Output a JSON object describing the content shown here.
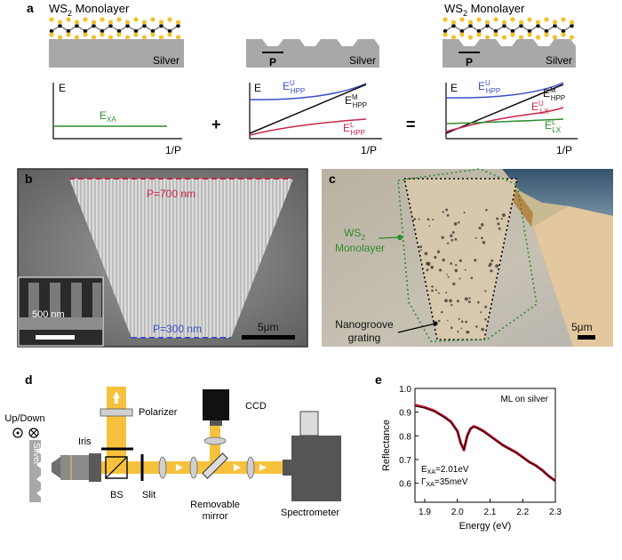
{
  "panel_labels": {
    "a": "a",
    "b": "b",
    "c": "c",
    "d": "d",
    "e": "e"
  },
  "panel_a": {
    "ws2_title": "WS",
    "ws2_sub": "2",
    "ws2_suffix": " Monolayer",
    "silver": "Silver",
    "period": "P",
    "axis_e": "E",
    "axis_x": "1/P",
    "plus": "+",
    "equals": "=",
    "plot1": {
      "label_main": "E",
      "label_sub": "XA"
    },
    "plot2": {
      "upper": {
        "main": "E",
        "sup": "U",
        "sub": "HPP"
      },
      "middle": {
        "main": "E",
        "sup": "M",
        "sub": "HPP"
      },
      "lower": {
        "main": "E",
        "sup": "L",
        "sub": "HPP"
      }
    },
    "plot3": {
      "upper": {
        "main": "E",
        "sup": "U",
        "sub": "HPP"
      },
      "middle": {
        "main": "E",
        "sup": "M",
        "sub": "HPP"
      },
      "lx_upper": {
        "main": "E",
        "sup": "U",
        "sub": "LX"
      },
      "lx_lower": {
        "main": "E",
        "sup": "L",
        "sub": "LX"
      }
    },
    "colors": {
      "blue": "#3a4fc8",
      "red": "#c8254a",
      "green": "#2e8b2e",
      "black": "#111111",
      "atom_yellow": "#f2c12e",
      "atom_black": "#111111",
      "silver_grey": "#a8a8a8"
    }
  },
  "panel_b": {
    "top_label": "P=700 nm",
    "bottom_label": "P=300 nm",
    "inset_label": "500 nm",
    "scale_label": "5μm"
  },
  "panel_c": {
    "ws2_title": "WS",
    "ws2_sub": "2",
    "ws2_line2": "Monolayer",
    "grating_line1": "Nanogroove",
    "grating_line2": "grating",
    "scale_label": "5μm"
  },
  "panel_d": {
    "updown": "Up/Down",
    "polarizer": "Polarizer",
    "iris": "Iris",
    "bs": "BS",
    "slit": "Slit",
    "ccd": "CCD",
    "mirror_line1": "Removable",
    "mirror_line2": "mirror",
    "spectrometer": "Spectrometer",
    "silver": "Silver"
  },
  "panel_e": {
    "annotation": "ML on silver",
    "exa": "E",
    "exa_sub": "XA",
    "exa_value": "=2.01eV",
    "gamma": "Γ",
    "gamma_sub": "XA",
    "gamma_value": "=35meV",
    "ylabel": "Reflectance",
    "xlabel": "Energy (eV)"
  },
  "chart_data": {
    "type": "line",
    "title": "",
    "xlabel": "Energy (eV)",
    "ylabel": "Reflectance",
    "xlim": [
      1.87,
      2.3
    ],
    "ylim": [
      0.52,
      1.0
    ],
    "xticks": [
      "1.9",
      "2.0",
      "2.1",
      "2.2",
      "2.3"
    ],
    "yticks": [
      "0.6",
      "0.7",
      "0.8",
      "0.9",
      "1.0"
    ],
    "series": [
      {
        "color": "#c8102e",
        "x": [
          1.87,
          1.9,
          1.93,
          1.96,
          1.98,
          2.0,
          2.01,
          2.02,
          2.03,
          2.04,
          2.05,
          2.06,
          2.08,
          2.1,
          2.12,
          2.14,
          2.16,
          2.18,
          2.2,
          2.22,
          2.24,
          2.26,
          2.28,
          2.3
        ],
        "y": [
          0.93,
          0.92,
          0.905,
          0.88,
          0.86,
          0.82,
          0.77,
          0.74,
          0.8,
          0.83,
          0.84,
          0.835,
          0.82,
          0.8,
          0.78,
          0.76,
          0.745,
          0.73,
          0.71,
          0.69,
          0.675,
          0.655,
          0.63,
          0.61
        ]
      },
      {
        "color": "#111111",
        "x": [
          1.87,
          1.9,
          1.93,
          1.96,
          1.98,
          2.0,
          2.01,
          2.02,
          2.03,
          2.04,
          2.05,
          2.06,
          2.08,
          2.1,
          2.12,
          2.14,
          2.16,
          2.18,
          2.2,
          2.22,
          2.24,
          2.26,
          2.28,
          2.3
        ],
        "y": [
          0.925,
          0.918,
          0.902,
          0.878,
          0.858,
          0.818,
          0.772,
          0.742,
          0.798,
          0.828,
          0.838,
          0.833,
          0.818,
          0.798,
          0.779,
          0.76,
          0.744,
          0.729,
          0.709,
          0.689,
          0.674,
          0.654,
          0.63,
          0.61
        ]
      }
    ]
  }
}
